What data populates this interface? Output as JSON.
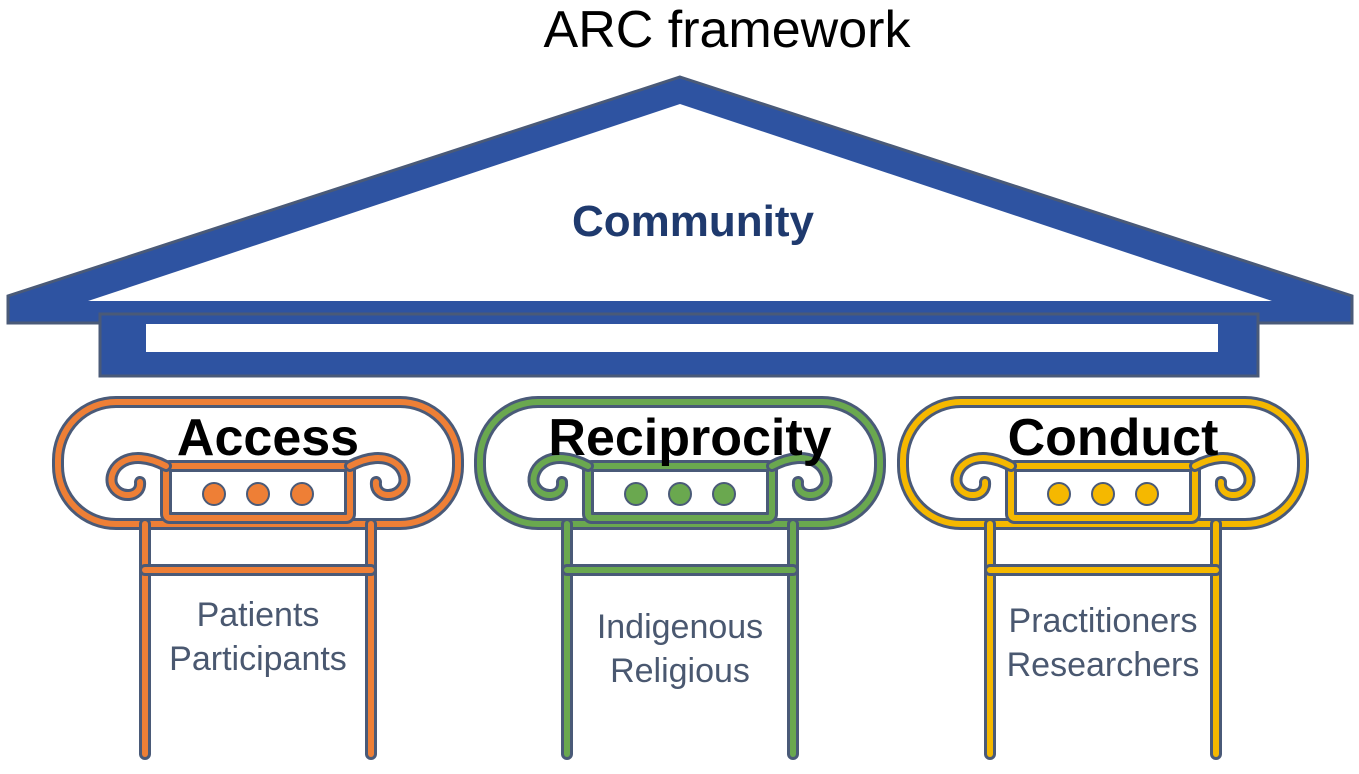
{
  "title": "ARC framework",
  "roof": {
    "label": "Community"
  },
  "colors": {
    "roof": "#2e53a1",
    "roof_outline": "#4a5a78",
    "roof_text": "#1f3a6e",
    "pillar_text": "#4a5870",
    "outline": "#4a5a78"
  },
  "pillars": [
    {
      "title": "Access",
      "lines": [
        "Patients",
        "Participants"
      ],
      "color": "#ee7f36"
    },
    {
      "title": "Reciprocity",
      "lines": [
        "Indigenous",
        "Religious"
      ],
      "color": "#6aa84f"
    },
    {
      "title": "Conduct",
      "lines": [
        "Practitioners",
        "Researchers"
      ],
      "color": "#f5b800"
    }
  ]
}
